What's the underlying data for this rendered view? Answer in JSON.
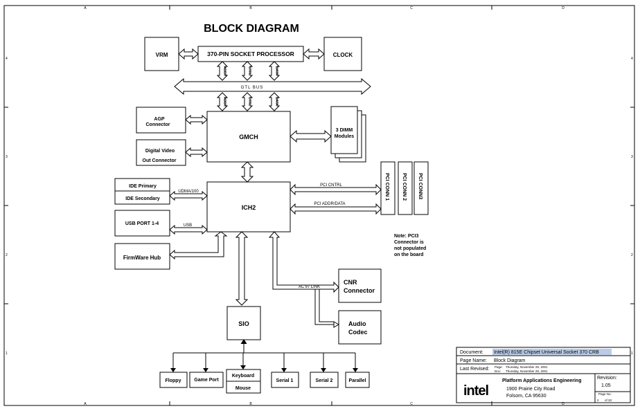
{
  "title": "BLOCK DIAGRAM",
  "blocks": {
    "vrm": "VRM",
    "processor": "370-PIN SOCKET PROCESSOR",
    "clock": "CLOCK",
    "agp_line1": "AGP",
    "agp_line2": "Connector",
    "dvo_line1": "Digital Video",
    "dvo_line2": "Out Connector",
    "gmch": "GMCH",
    "dimm_line1": "3 DIMM",
    "dimm_line2": "Modules",
    "ide_primary": "IDE Primary",
    "ide_secondary": "IDE Secondary",
    "usb_port": "USB PORT 1-4",
    "firmware_hub": "FirmWare Hub",
    "ich2": "ICH2",
    "pci_conn1": "PCI CONN 1",
    "pci_conn2": "PCI CONN 2",
    "pci_conn3": "PCI CONN3",
    "cnr_line1": "CNR",
    "cnr_line2": "Connector",
    "audio_line1": "Audio",
    "audio_line2": "Codec",
    "sio": "SIO",
    "floppy": "Floppy",
    "game_port": "Game Port",
    "keyboard": "Keyboard",
    "mouse": "Mouse",
    "serial1": "Serial 1",
    "serial2": "Serial 2",
    "parallel": "Parallel"
  },
  "bus_labels": {
    "addr": "ADDR",
    "ctrl": "CTRL",
    "data": "DATA",
    "gtl_bus": "GTL BUS",
    "udma": "UDMA/100",
    "usb": "USB",
    "pci_cntrl": "PCI CNTRL",
    "pci_addr_data": "PCI ADDR/DATA",
    "ac97_link": "AC'97 LINK"
  },
  "note": [
    "Note: PCI3",
    "Connector is",
    "not populated",
    "on the board"
  ],
  "title_block": {
    "document_label": "Document:",
    "document_value": "Intel(R) 815E Chipset Universal Socket 370 CRB",
    "page_name_label": "Page Name:",
    "page_name_value": "Block Diagram",
    "last_revised_label": "Last Revised:",
    "page_small_label": "Page:",
    "page_date": "Thursday, November 29, 2001",
    "doc_small_label": "Doc:",
    "doc_date": "Thursday, November 29, 2001",
    "revision_label": "Revision:",
    "revision_value": "1.05",
    "page_no_label": "Page No:",
    "page_no_value": "2",
    "page_of": "of 33",
    "logo": "intel",
    "org_name": "Platform Applications Engineering",
    "address1": "1900 Prairie City Road",
    "address2": "Folsom, CA 95630"
  },
  "border_labels": {
    "top": [
      "A",
      "B",
      "C",
      "D"
    ],
    "bottom": [
      "A",
      "B",
      "C",
      "D"
    ],
    "left": [
      "4",
      "3",
      "2",
      "1"
    ],
    "right": [
      "4",
      "3",
      "2",
      "1"
    ]
  },
  "colors": {
    "line": "#000000",
    "highlight": "#b9cbe6"
  }
}
